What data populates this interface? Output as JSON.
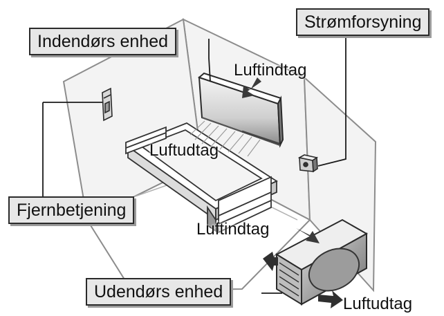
{
  "labels": {
    "indoor_unit": "Indendørs enhed",
    "power_supply": "Strømforsyning",
    "remote_control": "Fjernbetjening",
    "outdoor_unit": "Udendørs enhed"
  },
  "airflow": {
    "indoor_air_inlet": "Luftindtag",
    "indoor_air_outlet": "Luftudtag",
    "outdoor_air_inlet": "Luftindtag",
    "outdoor_air_outlet": "Luftudtag"
  },
  "colors": {
    "label_fill": "#e7e7e7",
    "line": "#2a2a2a",
    "wall_fill": "#f2f2f2"
  }
}
